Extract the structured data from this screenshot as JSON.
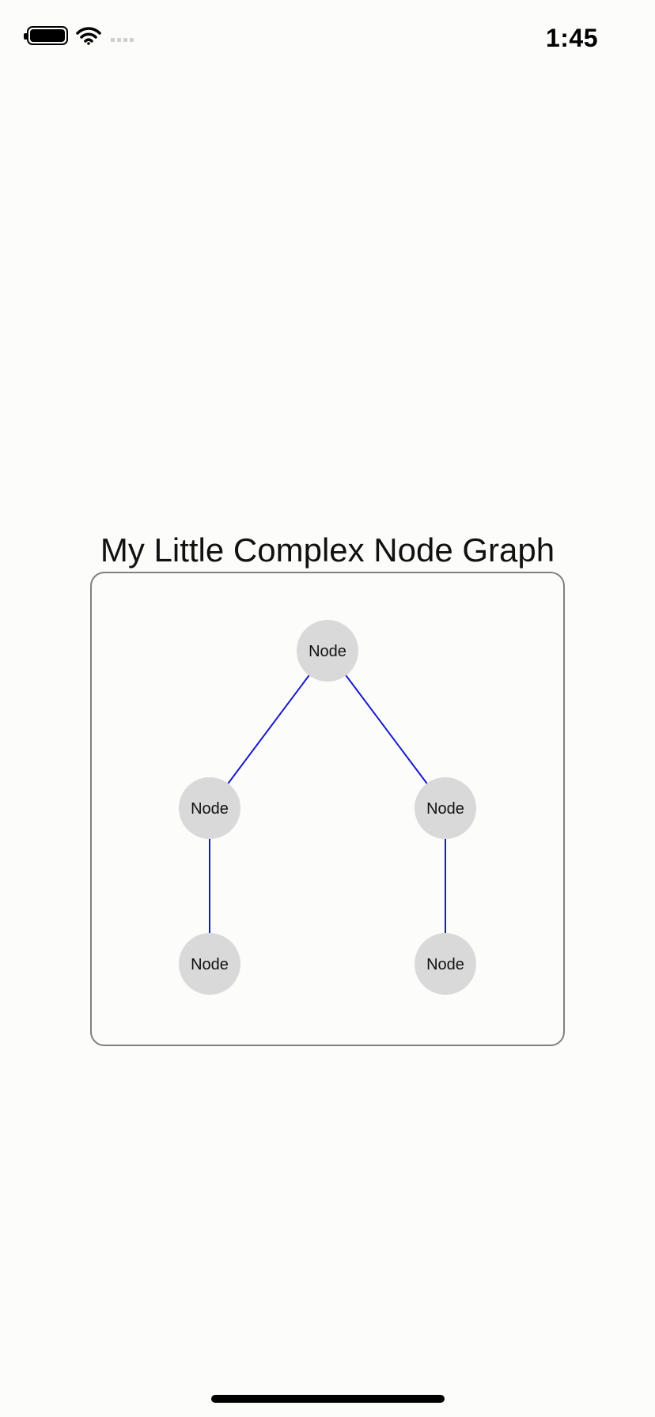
{
  "status_bar": {
    "time": "1:45",
    "battery_icon": "battery-full-icon",
    "wifi_icon": "wifi-icon",
    "signal_icon": "cellular-signal-icon"
  },
  "graph": {
    "title": "My Little Complex Node Graph",
    "edge_color": "#1a1acc",
    "node_color": "#d9d9d9",
    "nodes": [
      {
        "id": "root",
        "label": "Node"
      },
      {
        "id": "left",
        "label": "Node"
      },
      {
        "id": "right",
        "label": "Node"
      },
      {
        "id": "left-child",
        "label": "Node"
      },
      {
        "id": "right-child",
        "label": "Node"
      }
    ],
    "edges": [
      {
        "from": "root",
        "to": "left"
      },
      {
        "from": "root",
        "to": "right"
      },
      {
        "from": "left",
        "to": "left-child"
      },
      {
        "from": "right",
        "to": "right-child"
      }
    ]
  }
}
